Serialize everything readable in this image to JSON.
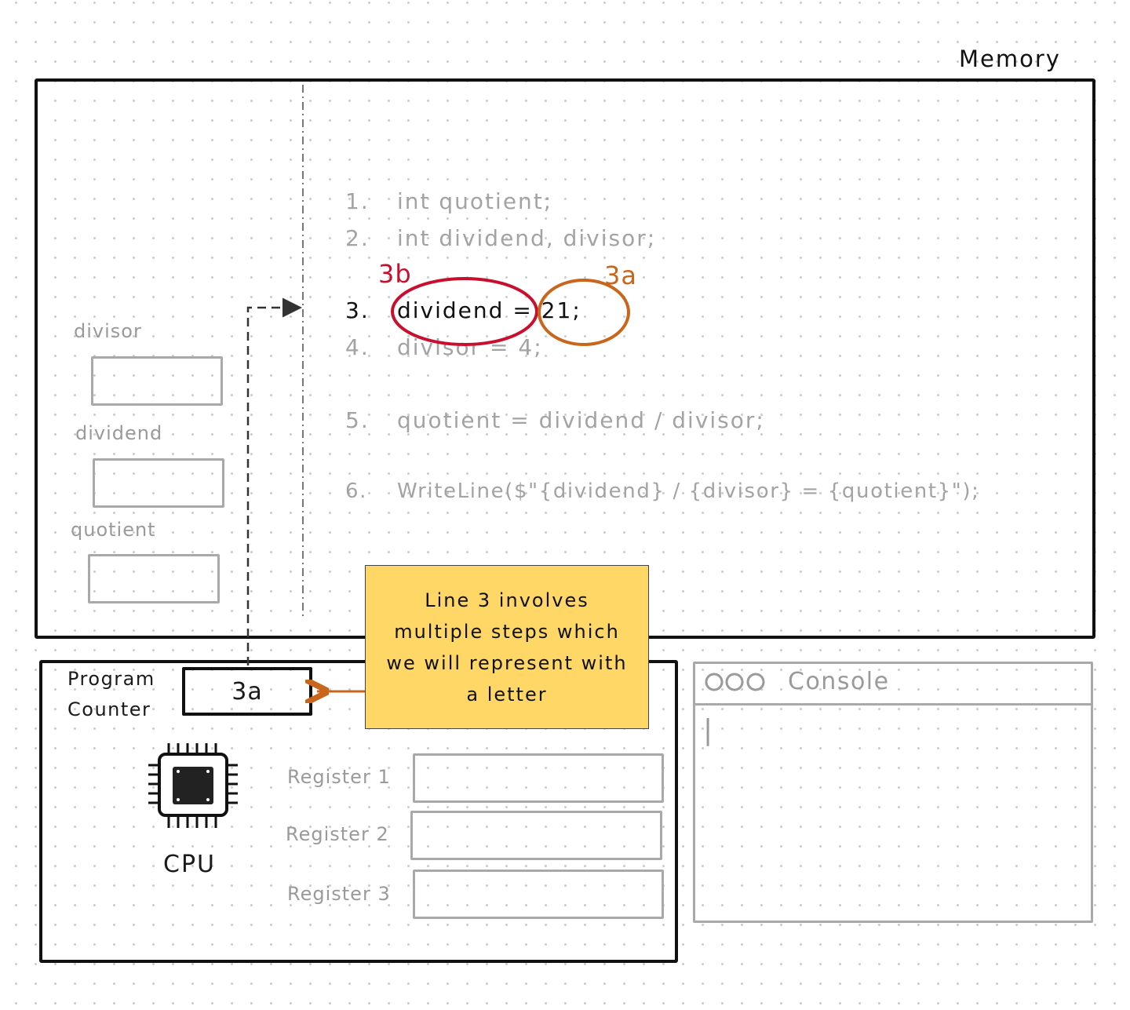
{
  "memory": {
    "title": "Memory",
    "variables": [
      {
        "label": "divisor"
      },
      {
        "label": "dividend"
      },
      {
        "label": "quotient"
      }
    ],
    "code_lines": [
      {
        "num": "1.",
        "text": "int quotient;",
        "active": false
      },
      {
        "num": "2.",
        "text": "int dividend, divisor;",
        "active": false
      },
      {
        "num": "3.",
        "text": "dividend = 21;",
        "active": true
      },
      {
        "num": "4.",
        "text": "divisor = 4;",
        "active": false
      },
      {
        "num": "5.",
        "text": "quotient = dividend / divisor;",
        "active": false
      },
      {
        "num": "6.",
        "text": "WriteLine($\"{dividend} / {divisor} = {quotient}\");",
        "active": false
      }
    ],
    "annotations": [
      {
        "label": "3b",
        "color": "#c8102e"
      },
      {
        "label": "3a",
        "color": "#c8661c"
      }
    ]
  },
  "cpu": {
    "program_counter_label_1": "Program",
    "program_counter_label_2": "Counter",
    "program_counter_value": "3a",
    "cpu_label": "CPU",
    "registers": [
      {
        "label": "Register 1"
      },
      {
        "label": "Register 2"
      },
      {
        "label": "Register 3"
      }
    ]
  },
  "note": {
    "text": "Line 3 involves multiple steps which we will represent with a letter",
    "color": "#ffd766"
  },
  "console": {
    "title": "Console",
    "cursor": "|"
  },
  "colors": {
    "arrow": "#c8661c",
    "ring_3b": "#c8102e",
    "ring_3a": "#c8661c"
  }
}
